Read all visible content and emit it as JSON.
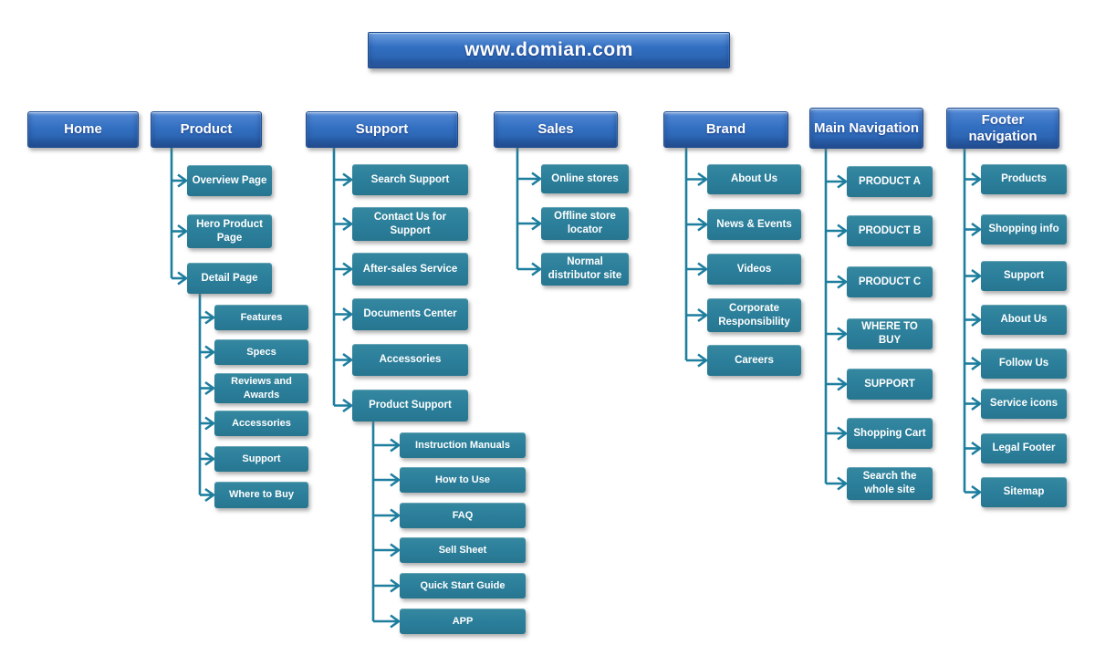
{
  "banner": {
    "title": "www.domian.com"
  },
  "colors": {
    "banner_blue": "#3370c2",
    "node_teal": "#2b7e9a",
    "connector_teal": "#1d7e9e"
  },
  "sections": [
    {
      "title": "Home",
      "items": []
    },
    {
      "title": "Product",
      "items": [
        {
          "label": "Overview Page"
        },
        {
          "label": "Hero Product Page"
        },
        {
          "label": "Detail Page",
          "children": [
            {
              "label": "Features"
            },
            {
              "label": "Specs"
            },
            {
              "label": "Reviews and Awards"
            },
            {
              "label": "Accessories"
            },
            {
              "label": "Support"
            },
            {
              "label": "Where to Buy"
            }
          ]
        }
      ]
    },
    {
      "title": "Support",
      "items": [
        {
          "label": "Search Support"
        },
        {
          "label": "Contact Us for Support"
        },
        {
          "label": "After-sales Service"
        },
        {
          "label": "Documents Center"
        },
        {
          "label": "Accessories"
        },
        {
          "label": "Product Support",
          "children": [
            {
              "label": "Instruction Manuals"
            },
            {
              "label": "How to Use"
            },
            {
              "label": "FAQ"
            },
            {
              "label": "Sell Sheet"
            },
            {
              "label": "Quick Start Guide"
            },
            {
              "label": "APP"
            }
          ]
        }
      ]
    },
    {
      "title": "Sales",
      "items": [
        {
          "label": "Online stores"
        },
        {
          "label": "Offline store locator"
        },
        {
          "label": "Normal distributor site"
        }
      ]
    },
    {
      "title": "Brand",
      "items": [
        {
          "label": "About Us"
        },
        {
          "label": "News & Events"
        },
        {
          "label": "Videos"
        },
        {
          "label": "Corporate Responsibility"
        },
        {
          "label": "Careers"
        }
      ]
    },
    {
      "title": "Main Navigation",
      "items": [
        {
          "label": "PRODUCT A"
        },
        {
          "label": "PRODUCT B"
        },
        {
          "label": "PRODUCT C"
        },
        {
          "label": "WHERE TO BUY"
        },
        {
          "label": "SUPPORT"
        },
        {
          "label": "Shopping Cart"
        },
        {
          "label": "Search the whole site"
        }
      ]
    },
    {
      "title": "Footer navigation",
      "items": [
        {
          "label": "Products"
        },
        {
          "label": "Shopping info"
        },
        {
          "label": "Support"
        },
        {
          "label": "About Us"
        },
        {
          "label": "Follow Us"
        },
        {
          "label": "Service icons"
        },
        {
          "label": "Legal Footer"
        },
        {
          "label": "Sitemap"
        }
      ]
    }
  ]
}
